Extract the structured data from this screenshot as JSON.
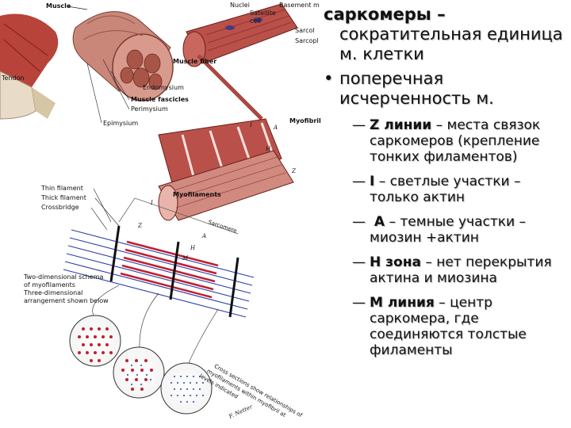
{
  "diagram": {
    "labels": {
      "muscle": "Muscle",
      "tendon": "Tendon",
      "nuclei": "Nuclei",
      "satellite_cell": "Satellite",
      "satellite_cell2": "cell",
      "basement_membrane": "Basement m",
      "sarcolemma": "Sarcol",
      "sarcoplasm": "Sarcopl",
      "muscle_fiber": "Muscle fiber",
      "endomysium": "Endomysium",
      "muscle_fascicles": "Muscle fascicles",
      "perimysium": "Perimysium",
      "epimysium": "Epimysium",
      "myofibril": "Myofibril",
      "myofilaments": "Myofilaments",
      "thin_filament": "Thin filament",
      "thick_filament": "Thick filament",
      "crossbridge": "Crossbridge",
      "sarcomere": "Sarcomere",
      "schema_1": "Two-dimensional schema",
      "schema_2": "of myofilaments",
      "schema_3": "Three-dimensional",
      "schema_4": "arrangement shown below",
      "cross_1": "Cross sections show relationships of",
      "cross_2": "myofilaments within myofibril at",
      "cross_3": "levels indicated",
      "signature": "F. Netter",
      "band_i": "I",
      "band_a": "A",
      "band_h": "H",
      "band_m": "M",
      "band_z": "Z"
    }
  },
  "text": {
    "heading_term": "саркомеры –",
    "heading_def": "сократительная единица м. клетки",
    "bullet_symbol": "•",
    "bullet_text": "поперечная исчерченность м.",
    "dash": "—",
    "items": [
      {
        "term": "Z  линии",
        "desc": " – места связок саркомеров (крепление тонких филаментов)"
      },
      {
        "term": "I",
        "desc": " – светлые участки – только актин"
      },
      {
        "term": " А",
        "desc": " – темные участки – миозин +актин"
      },
      {
        "term": "H зона",
        "desc": " – нет перекрытия актина и миозина"
      },
      {
        "term": "M линия",
        "desc": " – центр саркомера, где соединяются толстые филаменты"
      }
    ]
  }
}
